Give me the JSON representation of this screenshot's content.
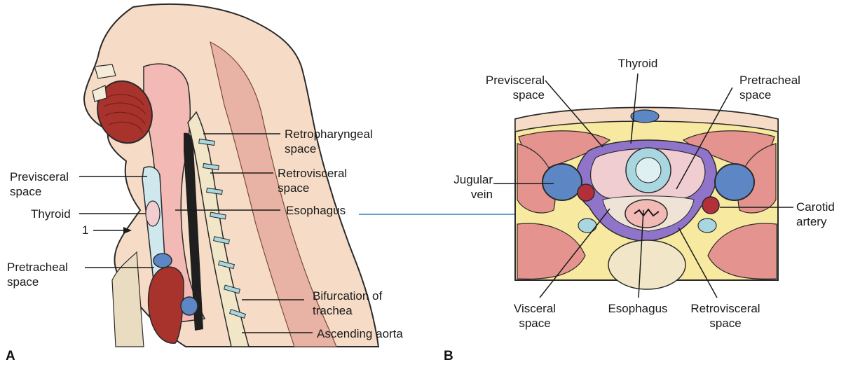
{
  "panels": {
    "a": "A",
    "b": "B"
  },
  "panel_a": {
    "retropharyngeal": "Retropharyngeal space",
    "retrovisceral": "Retrovisceral space",
    "previsceral": "Previsceral space",
    "thyroid": "Thyroid",
    "marker": "1",
    "esophagus": "Esophagus",
    "pretracheal": "Pretracheal space",
    "bifurcation": "Bifurcation of trachea",
    "aorta": "Ascending aorta"
  },
  "panel_b": {
    "thyroid": "Thyroid",
    "previsceral": "Previsceral space",
    "pretracheal": "Pretracheal space",
    "jugular": "Jugular vein",
    "carotid": "Carotid artery",
    "visceral": "Visceral space",
    "esophagus": "Esophagus",
    "retrovisceral": "Retrovisceral space"
  },
  "colors": {
    "skin": "#f6dcc6",
    "pharynx": "#f2b9b5",
    "muscle": "#e4938e",
    "fat": "#f8e9a0",
    "visceral_space": "#8f74c9",
    "thyroid_tissue": "#efcdd0",
    "trachea": "#a9d7df",
    "vein": "#5d86c4",
    "artery": "#b3303a",
    "vertebra": "#f1e6c8",
    "leader_line": "#1a1a1a",
    "connector": "#2f7fc2"
  }
}
